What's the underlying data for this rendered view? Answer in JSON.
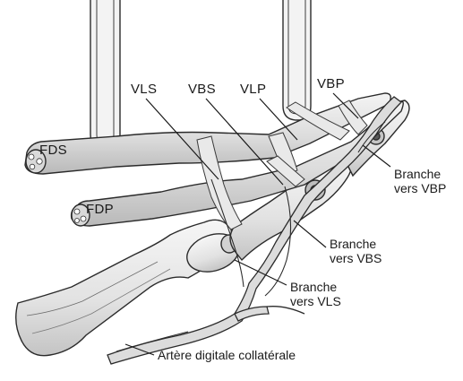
{
  "labels": {
    "fds": "FDS",
    "fdp": "FDP",
    "vls": "VLS",
    "vbs": "VBS",
    "vlp": "VLP",
    "vbp": "VBP",
    "branche_vbp": [
      "Branche",
      "vers VBP"
    ],
    "branche_vbs": [
      "Branche",
      "vers VBS"
    ],
    "branche_vls": [
      "Branche",
      "vers VLS"
    ],
    "artere": "Artère digitale collatérale"
  },
  "colors": {
    "ink": "#2b2b2b",
    "tendon": "#e6e6e6",
    "bone": "#efefef",
    "shade": "#cfcfcf",
    "background": "#ffffff"
  }
}
